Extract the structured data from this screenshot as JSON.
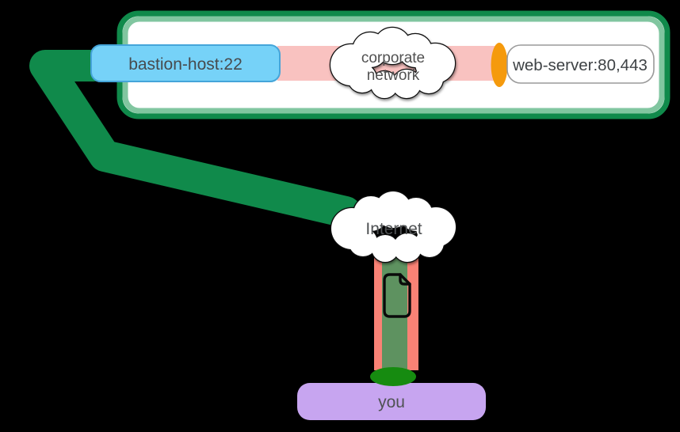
{
  "corporate_box": {
    "bastion": {
      "label": "bastion-host:22",
      "fill": "#76d2f8",
      "border": "#45a5d9"
    },
    "cloud": {
      "line1": "corporate",
      "line2": "network"
    },
    "web_server": {
      "label": "web-server:80,443",
      "fill": "#ffffff",
      "border": "#9a9a9a"
    },
    "border_outer_color": "#108a4b",
    "border_inner_color": "#81c6a0",
    "interior_color": "#ffffff",
    "lan_band_color": "#f9c2c0",
    "web_endpoint_color": "#f59a0d"
  },
  "internet_cloud": {
    "label": "Internet",
    "fill": "#ffffff",
    "outline": "#0d0d0d"
  },
  "tunnel": {
    "ssh_path_color": "#108a4b",
    "pipe_outer_color": "#f98275",
    "pipe_core_color": "#5e9260",
    "client_endpoint_color": "#168b10"
  },
  "you_box": {
    "label": "you",
    "fill": "#c7a5f0"
  },
  "icons": {
    "payload": "document-icon",
    "corporate": "cloud-icon",
    "internet": "cloud-icon"
  }
}
